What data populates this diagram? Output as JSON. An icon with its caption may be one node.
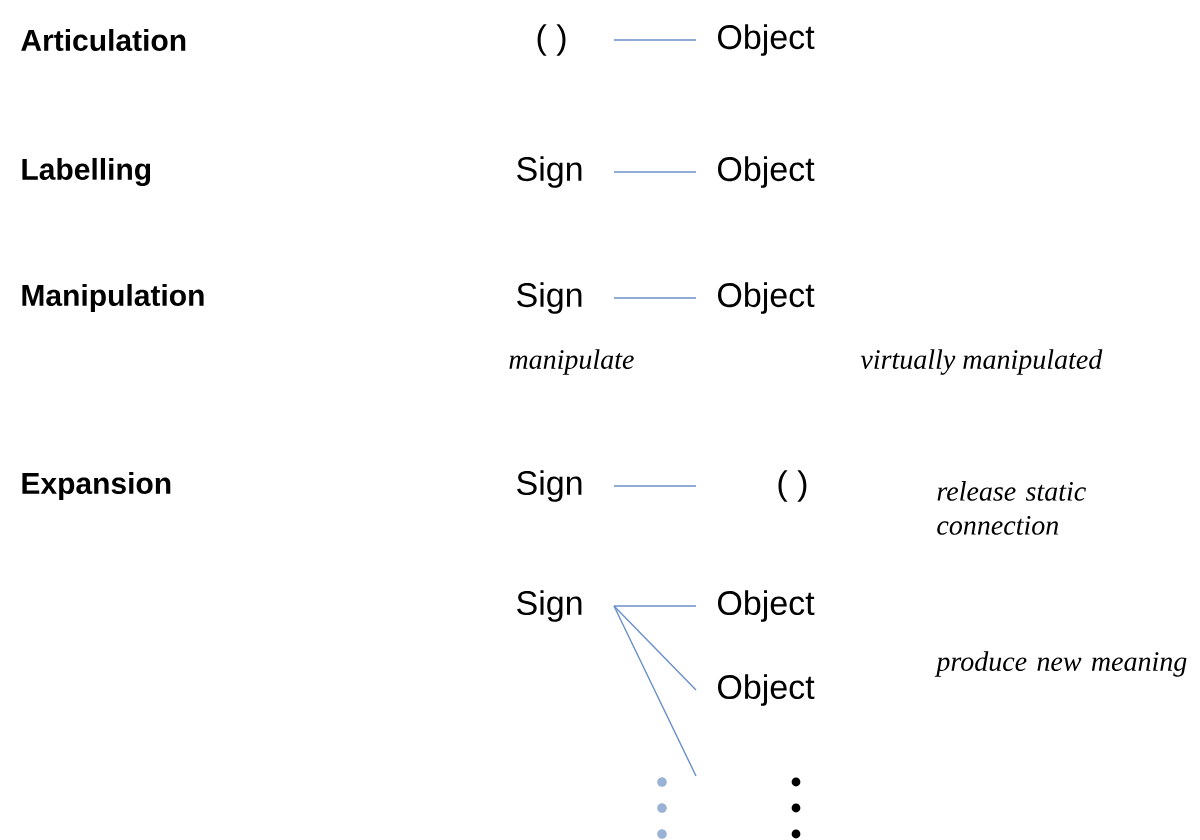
{
  "diagram": {
    "nodes": [
      {
        "text": [
          "( )"
        ]
      },
      {
        "text": [
          "Object"
        ]
      },
      {
        "text": [
          "Sign"
        ]
      },
      {
        "text": [
          "Object"
        ]
      },
      {
        "text": [
          "Sign"
        ],
        "beside": [
          "manipulate"
        ]
      },
      {
        "text": [
          "Object"
        ],
        "beside": [
          "virtually manipulated"
        ]
      },
      {
        "text": [
          "Sign"
        ]
      },
      {
        "text": [
          "( )"
        ]
      },
      {
        "text": [
          "Sign"
        ]
      },
      {
        "text": [
          "Object"
        ]
      },
      {
        "text": [
          "Object"
        ]
      }
    ],
    "edges": [
      {
        "from": 0,
        "to": 1,
        "arrow": "none"
      },
      {
        "from": 2,
        "to": 3,
        "arrow": "none"
      },
      {
        "from": 4,
        "to": 5,
        "arrow": "none"
      },
      {
        "from": 6,
        "to": 7,
        "arrow": "none"
      },
      {
        "from": 8,
        "to": 9,
        "arrow": "none"
      },
      {
        "from": 8,
        "to": 10,
        "arrow": "none"
      },
      {
        "from": 8,
        "to": null,
        "arrow": "none"
      }
    ],
    "labels": [
      "Articulation",
      "Labelling",
      "Manipulation",
      "Expansion",
      "release static connection",
      "produce new meaning"
    ]
  }
}
